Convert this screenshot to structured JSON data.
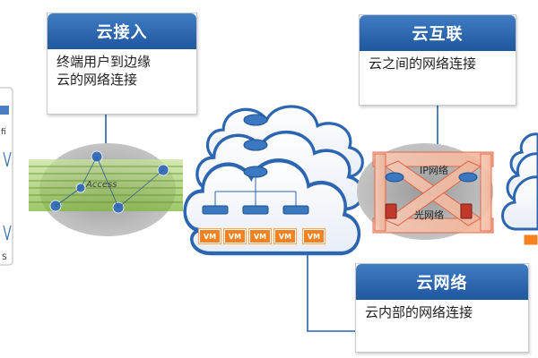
{
  "cloud_access": {
    "title": "云接入",
    "description_line1": "终端用户到边缘",
    "description_line2": "云的网络连接",
    "access_label": "Access"
  },
  "cloud_interconnect": {
    "title": "云互联",
    "description": "云之间的网络连接",
    "ip_network_label": "IP网络",
    "optical_network_label": "光网络"
  },
  "cloud_network": {
    "title": "云网络",
    "description": "云内部的网络连接",
    "vm_labels": [
      "VM",
      "VM",
      "VM",
      "VM",
      "VM"
    ]
  },
  "left_fragments": {
    "wifi_text": "fi",
    "s_text": "S"
  },
  "colors": {
    "header_blue": "#2a62ab",
    "vm_orange": "#f5821f",
    "access_band_green": "#8fc34a",
    "cloud_blue": "#2d66b0",
    "optical_red": "#e65c3a"
  }
}
